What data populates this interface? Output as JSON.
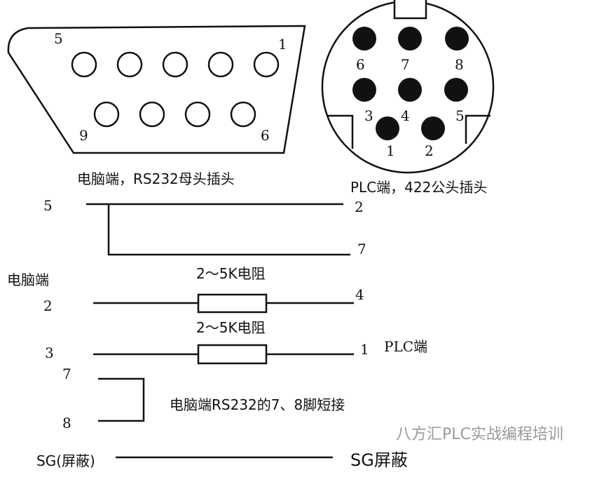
{
  "db9": {
    "caption": "电脑端，RS232母头插头",
    "pin_labels": {
      "top_left": "5",
      "top_right": "1",
      "bottom_left": "9",
      "bottom_right": "6"
    }
  },
  "din8": {
    "caption": "PLC端，422公头插头",
    "pins": [
      "6",
      "7",
      "8",
      "3",
      "4",
      "5",
      "1",
      "2"
    ]
  },
  "wiring": {
    "side_label_pc": "电脑端",
    "side_label_plc": "PLC端",
    "row1": {
      "pc_pin": "5",
      "plc_pin_a": "2",
      "plc_pin_b": "7"
    },
    "row2": {
      "pc_pin": "2",
      "plc_pin": "4",
      "resistor": "2～5K电阻"
    },
    "row3": {
      "pc_pin": "3",
      "plc_pin": "1",
      "resistor": "2～5K电阻"
    },
    "short": {
      "pin_a": "7",
      "pin_b": "8",
      "note": "电脑端RS232的7、8脚短接"
    },
    "shield": {
      "left": "SG(屏蔽)",
      "right": "SG屏蔽"
    }
  },
  "watermark": "八方汇PLC实战编程培训"
}
